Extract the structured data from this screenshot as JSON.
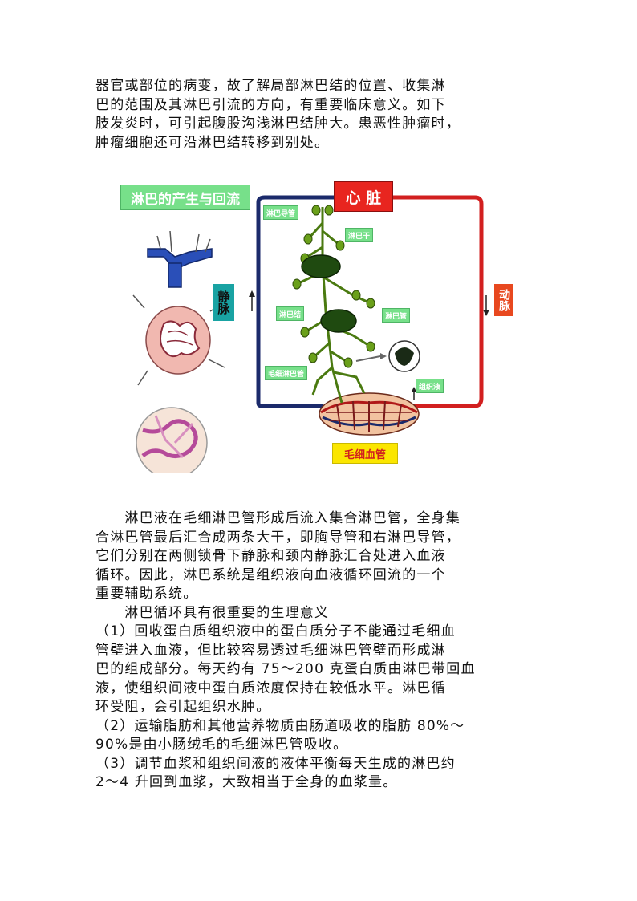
{
  "paragraph_1": [
    "器官或部位的病变，故了解局部淋巴结的位置、收集淋",
    "巴的范围及其淋巴引流的方向，有重要临床意义。如下",
    "肢发炎时，可引起腹股沟浅淋巴结肿大。患恶性肿瘤时，",
    "肿瘤细胞还可沿淋巴结转移到别处。"
  ],
  "figure": {
    "title": "淋巴的产生与回流",
    "heart": "心 脏",
    "vein": "静脉",
    "artery": "动脉",
    "capillary": "毛细血管",
    "lymph_duct": "淋巴导管",
    "lymph_trunk": "淋巴干",
    "lymph_node": "淋巴结",
    "lymph_vessel": "淋巴管",
    "lymph_capillary": "毛细淋巴管",
    "tissue_fluid": "组织液",
    "colors": {
      "vein": "#1b2a6b",
      "artery": "#d21f1f",
      "heart": "#e8251f",
      "label_green": "#77e08a",
      "label_yellow": "#fbe600",
      "vein_label": "#19a3a3",
      "artery_label": "#e8481f",
      "lymph": "#4a7a10"
    }
  },
  "paragraph_2": [
    "　　淋巴液在毛细淋巴管形成后流入集合淋巴管，全身集",
    "合淋巴管最后汇合成两条大干，即胸导管和右淋巴导管，",
    "它们分别在两侧锁骨下静脉和颈内静脉汇合处进入血液",
    "循环。因此，淋巴系统是组织液向血液循环回流的一个",
    "重要辅助系统。",
    "　　淋巴循环具有很重要的生理意义",
    "（1）回收蛋白质组织液中的蛋白质分子不能通过毛细血",
    "管壁进入血液，但比较容易透过毛细淋巴管壁而形成淋",
    "巴的组成部分。每天约有 75～200 克蛋白质由淋巴带回血",
    "液，使组织间液中蛋白质浓度保持在较低水平。淋巴循",
    "环受阻，会引起组织水肿。",
    "（2）运输脂肪和其他营养物质由肠道吸收的脂肪 80%～",
    "90%是由小肠绒毛的毛细淋巴管吸收。",
    "（3）调节血浆和组织间液的液体平衡每天生成的淋巴约",
    "2～4 升回到血浆，大致相当于全身的血浆量。"
  ]
}
